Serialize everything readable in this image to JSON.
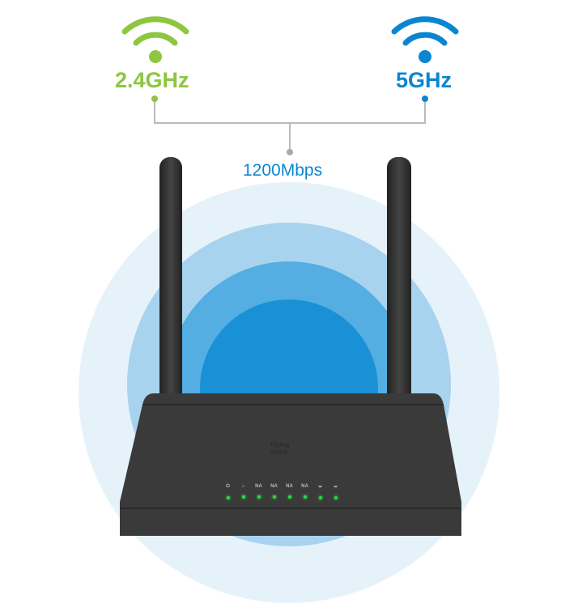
{
  "bands": {
    "left": "2.4GHz",
    "right": "5GHz"
  },
  "speed": "1200Mbps",
  "logo": "Flying Voice",
  "leds": [
    "⏻",
    "⌂",
    "NA",
    "NA",
    "NA",
    "NA",
    "≖",
    "≖"
  ],
  "colors": {
    "green": "#8dc63f",
    "blue": "#0a86d0",
    "router": "#333333"
  }
}
